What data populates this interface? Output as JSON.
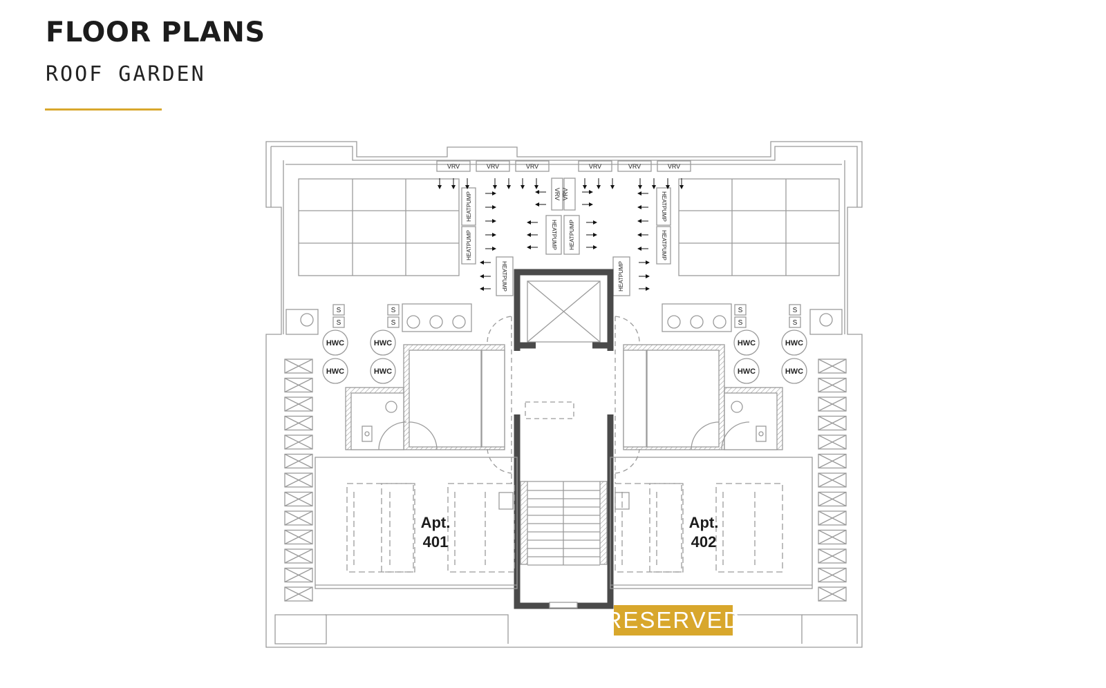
{
  "header": {
    "title": "FLOOR PLANS",
    "subtitle": "ROOF GARDEN"
  },
  "colors": {
    "accent": "#D8A72C",
    "line": "#9a9a9a",
    "core_wall": "#4a4a4a",
    "text": "#1c1c1c"
  },
  "equipment": {
    "vrv_label": "VRV",
    "heatpump_label": "HEATPUMP",
    "hwc_label": "HWC",
    "s_label": "S"
  },
  "apartments": [
    {
      "line1": "Apt.",
      "line2": "401"
    },
    {
      "line1": "Apt.",
      "line2": "402"
    }
  ],
  "status_badge": "RESERVED"
}
